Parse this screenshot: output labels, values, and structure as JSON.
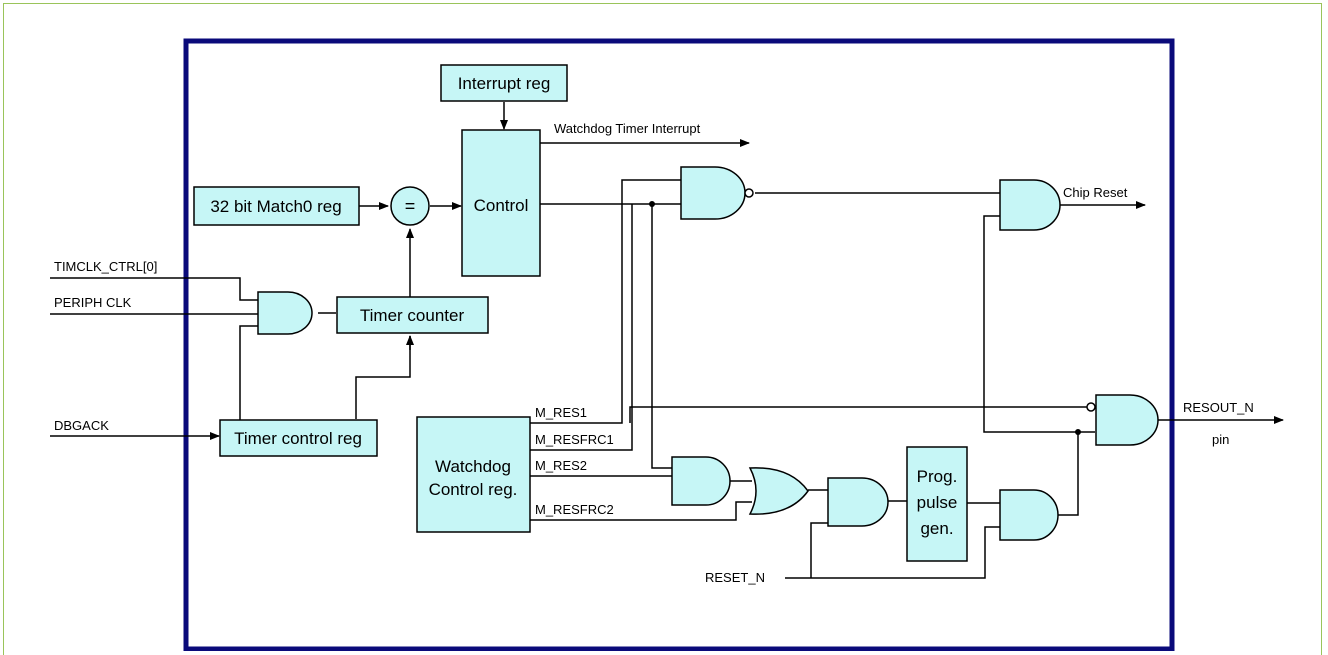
{
  "blocks": {
    "interrupt_reg": "Interrupt reg",
    "match_reg": "32 bit Match0 reg",
    "comparator": "=",
    "control": "Control",
    "timer_counter": "Timer counter",
    "timer_control_reg": "Timer control reg",
    "wd_control_line1": "Watchdog",
    "wd_control_line2": "Control reg.",
    "pulse_line1": "Prog.",
    "pulse_line2": "pulse",
    "pulse_line3": "gen."
  },
  "signals": {
    "timclk_ctrl": "TIMCLK_CTRL[0]",
    "periph_clk": "PERIPH CLK",
    "dbgack": "DBGACK",
    "wdt_interrupt": "Watchdog Timer Interrupt",
    "chip_reset": "Chip Reset",
    "m_res1": "M_RES1",
    "m_resfrc1": "M_RESFRC1",
    "m_res2": "M_RES2",
    "m_resfrc2": "M_RESFRC2",
    "reset_n": "RESET_N",
    "resout_n": "RESOUT_N",
    "pin": "pin"
  },
  "colors": {
    "block_fill": "#c6f6f6",
    "frame_border": "#0a0a7a",
    "outer_border": "#9ac45a"
  }
}
